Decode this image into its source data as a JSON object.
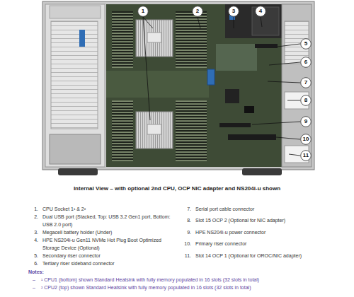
{
  "diagram": {
    "title": "Internal View – with optional 2nd CPU, OCP NIC adapter and NS204i-u shown",
    "nodes": [
      {
        "text": [
          "1"
        ]
      },
      {
        "text": [
          "2"
        ]
      },
      {
        "text": [
          "3"
        ]
      },
      {
        "text": [
          "4"
        ]
      },
      {
        "text": [
          "5"
        ]
      },
      {
        "text": [
          "6"
        ]
      },
      {
        "text": [
          "7"
        ]
      },
      {
        "text": [
          "8"
        ]
      },
      {
        "text": [
          "9"
        ]
      },
      {
        "text": [
          "10"
        ]
      },
      {
        "text": [
          "11"
        ]
      }
    ],
    "labels": [
      "1.",
      "CPU Socket 1¹ & 2²",
      "2.",
      "Dual USB port (Stacked, Top: USB 3.2 Gen1 port, Bottom: USB 2.0 port)",
      "3.",
      "Megacell battery holder (Under)",
      "4.",
      "HPE NS204i-u Gen11 NVMe Hot Plug Boot Optimized Storage Device (Optional)",
      "5.",
      "Secondary riser connector",
      "6.",
      "Tertiary riser sideband connector",
      "7.",
      "Serial port cable connector",
      "8.",
      "Slot 15 OCP 2 (Optional for NIC adapter)",
      "9.",
      "HPE NS204i-u power connector",
      "10.",
      "Primary riser connector",
      "11.",
      "Slot 14 OCP 1 (Optional for OROC/NIC adapter)",
      "Notes:",
      "–",
      "¹ CPU1 (bottom) shown Standard Heatsink with fully memory populated in 16 slots (32 slots in total)",
      "–",
      "² CPU2 (top) shown Standard Heatsink with fully memory populated in 16 slots (32 slots in total)"
    ]
  }
}
